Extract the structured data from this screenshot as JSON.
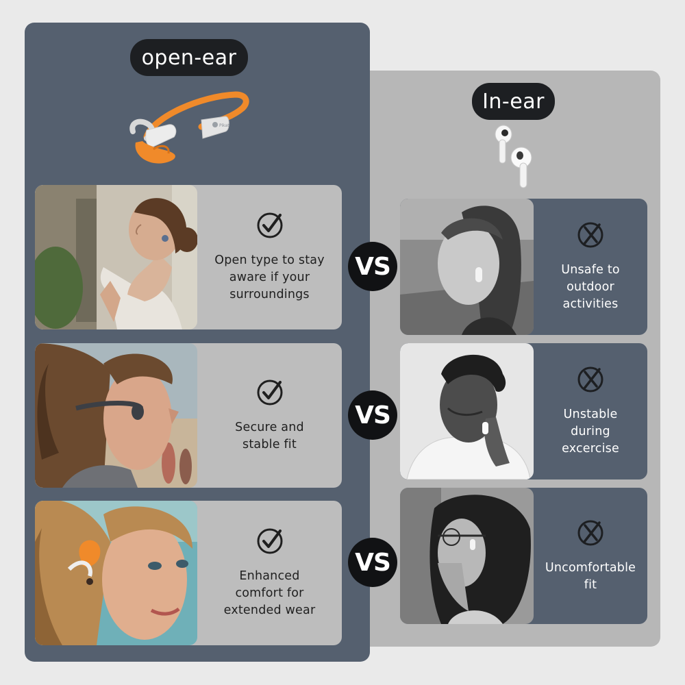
{
  "left_panel": {
    "title": "open-ear",
    "product_icon": "open-ear-headphones",
    "product_brand_text": "Pikat",
    "items": [
      {
        "status_icon": "check-circle-icon",
        "text": "Open type to stay\naware if your\nsurroundings"
      },
      {
        "status_icon": "check-circle-icon",
        "text": "Secure and\nstable fit"
      },
      {
        "status_icon": "check-circle-icon",
        "text": "Enhanced\ncomfort for\nextended wear"
      }
    ]
  },
  "right_panel": {
    "title": "In-ear",
    "product_icon": "in-ear-earbuds",
    "items": [
      {
        "status_icon": "x-circle-icon",
        "text": "Unsafe to\noutdoor\nactivities"
      },
      {
        "status_icon": "x-circle-icon",
        "text": "Unstable\nduring\nexcercise"
      },
      {
        "status_icon": "x-circle-icon",
        "text": "Uncomfortable\nfit"
      }
    ]
  },
  "vs_label": "VS",
  "colors": {
    "left_panel_bg": "#55606f",
    "right_panel_bg": "#b7b7b7",
    "pill_bg": "#1d1f22",
    "accent_orange": "#f08a2a"
  }
}
